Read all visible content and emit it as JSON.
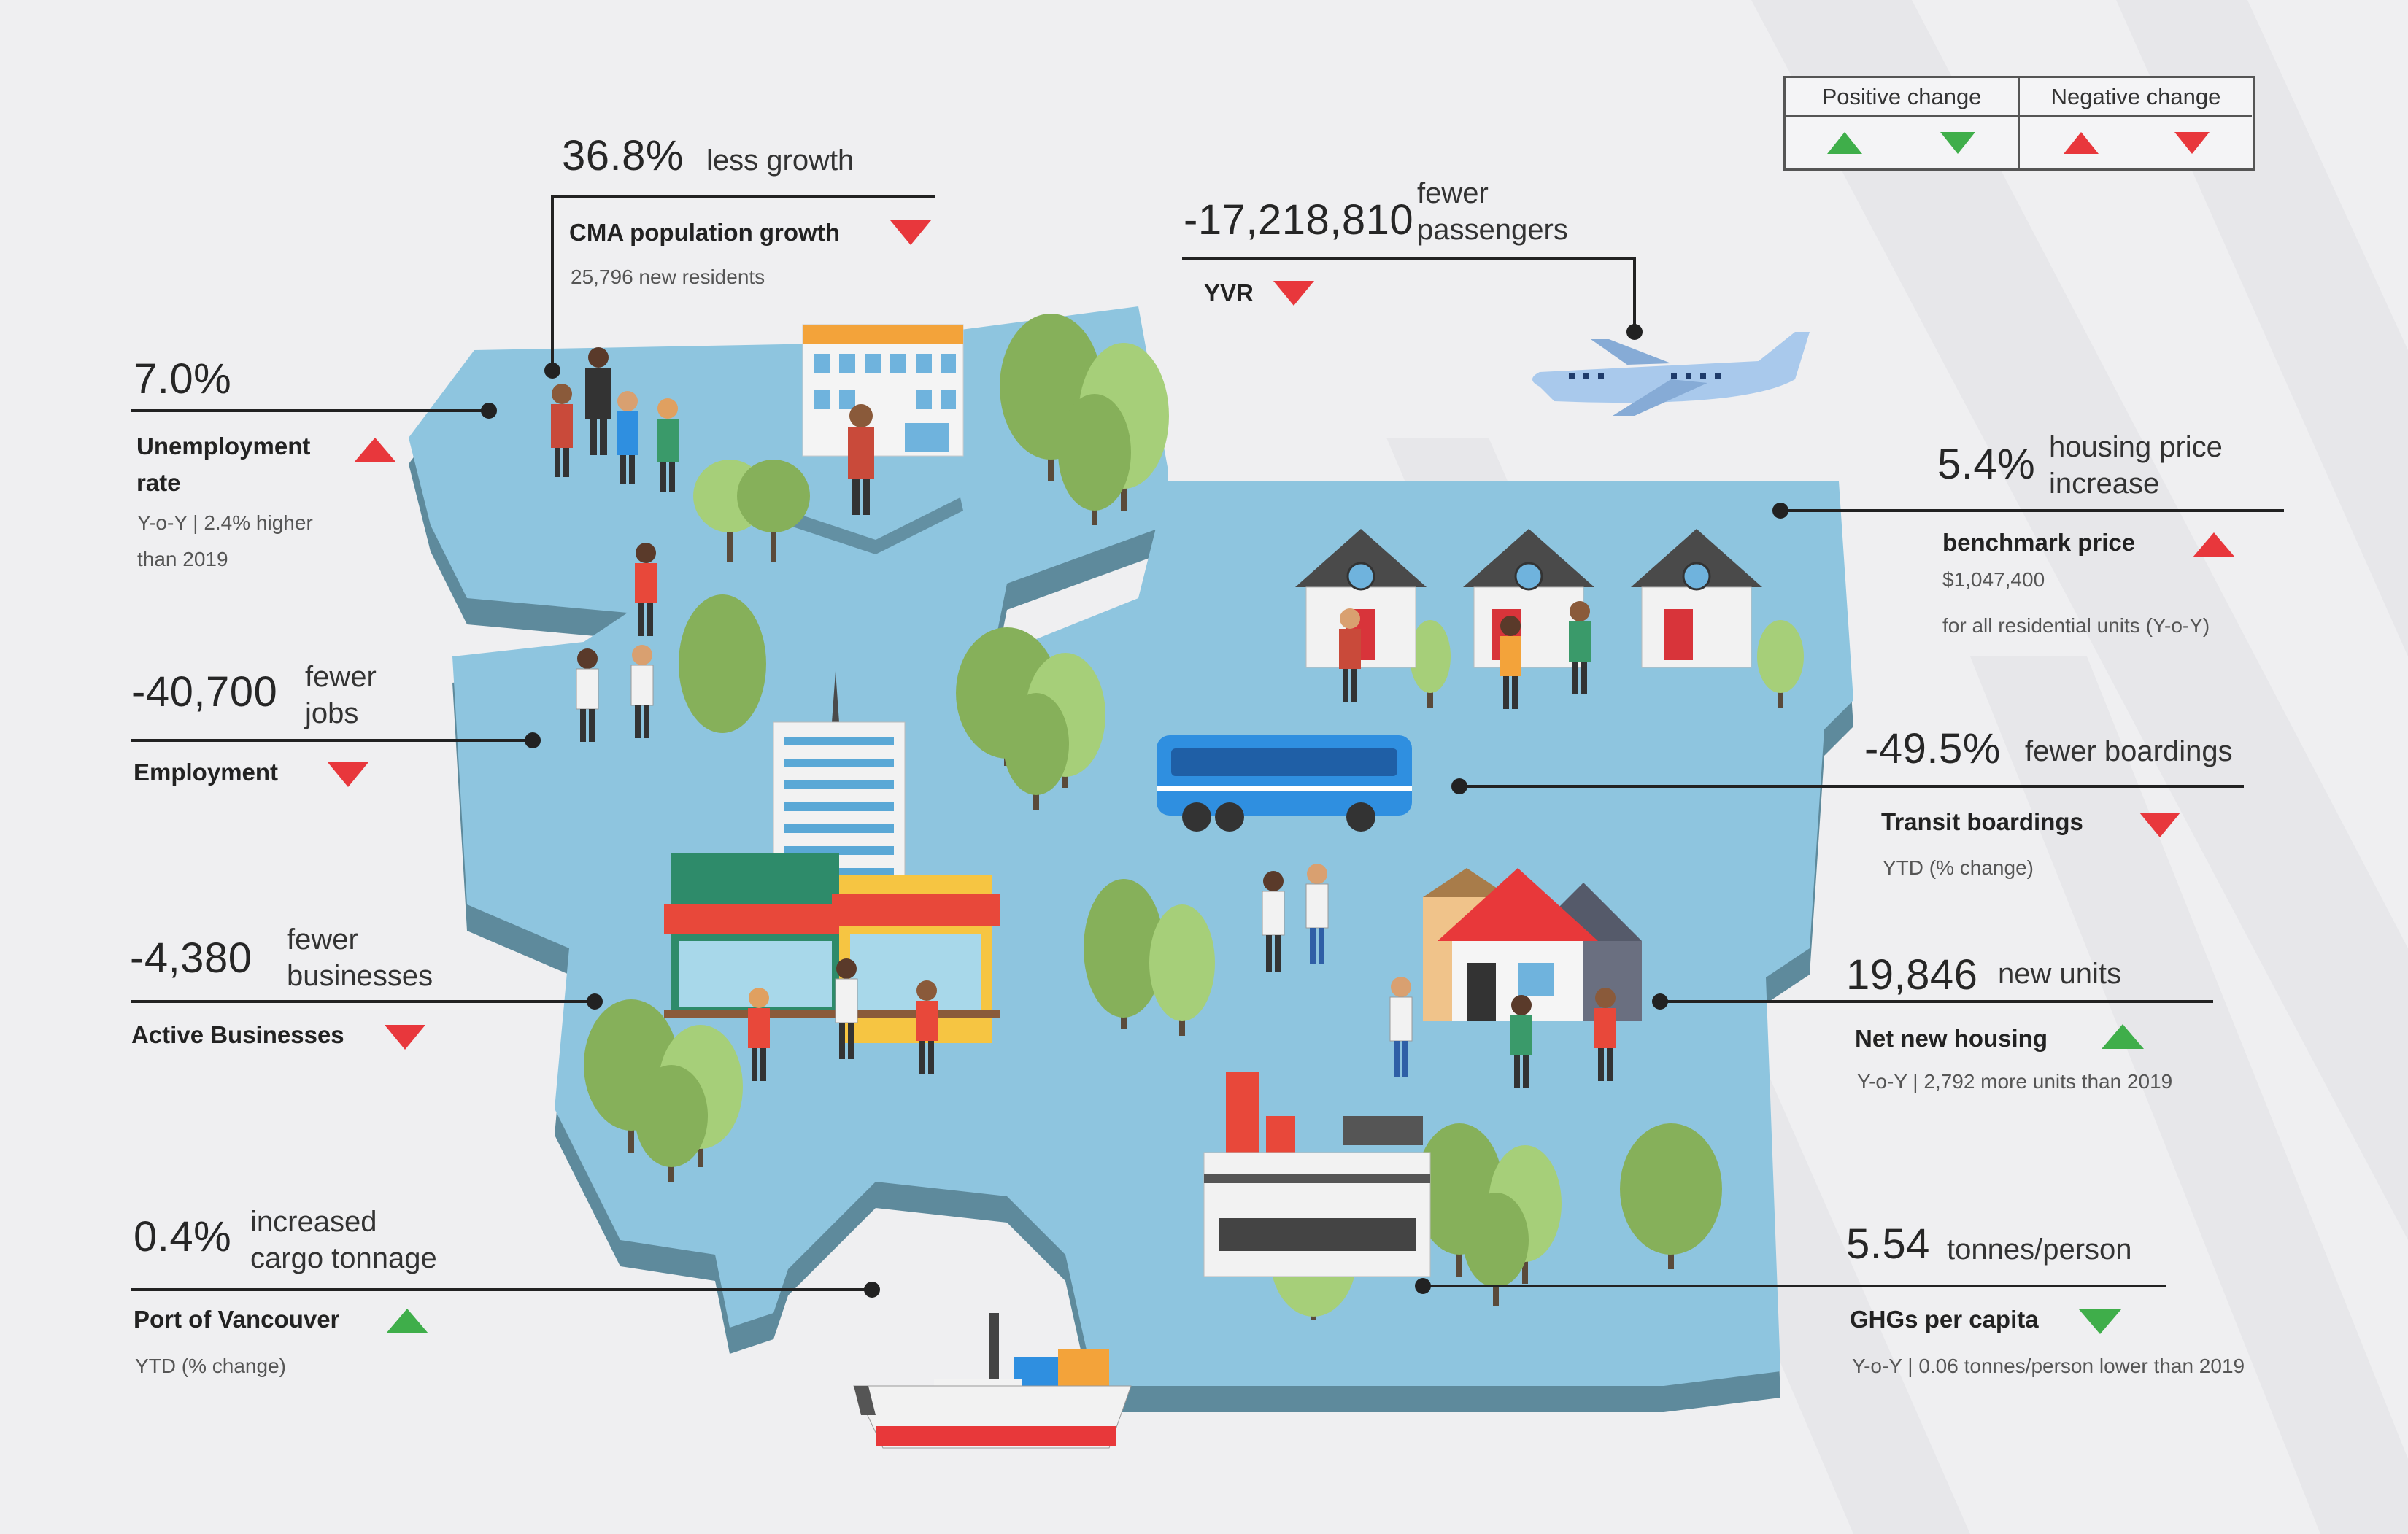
{
  "legend": {
    "positive_label": "Positive change",
    "negative_label": "Negative change",
    "colors": {
      "up_good": "#3fae4a",
      "down_bad": "#e8373c"
    }
  },
  "stats": {
    "population": {
      "value": "36.8%",
      "unit": "less growth",
      "label": "CMA population growth",
      "sub": "25,796 new residents",
      "indicator": "negative-down-arrow"
    },
    "yvr": {
      "value": "-17,218,810",
      "unit_line1": "fewer",
      "unit_line2": "passengers",
      "label": "YVR",
      "indicator": "negative-down-arrow"
    },
    "unemployment": {
      "value": "7.0%",
      "label_line1": "Unemployment",
      "label_line2": "rate",
      "sub_line1": "Y-o-Y | 2.4% higher",
      "sub_line2": "than 2019",
      "indicator": "negative-up-arrow"
    },
    "housing_price": {
      "value": "5.4%",
      "unit_line1": "housing price",
      "unit_line2": "increase",
      "label": "benchmark price",
      "sub_line1": "$1,047,400",
      "sub_line2": "for all residential units (Y-o-Y)",
      "indicator": "negative-up-arrow"
    },
    "employment": {
      "value": "-40,700",
      "unit_line1": "fewer",
      "unit_line2": "jobs",
      "label": "Employment",
      "indicator": "negative-down-arrow"
    },
    "transit": {
      "value": "-49.5%",
      "unit": "fewer boardings",
      "label": "Transit boardings",
      "sub": "YTD (% change)",
      "indicator": "negative-down-arrow"
    },
    "businesses": {
      "value": "-4,380",
      "unit_line1": "fewer",
      "unit_line2": "businesses",
      "label": "Active Businesses",
      "indicator": "negative-down-arrow"
    },
    "housing_units": {
      "value": "19,846",
      "unit": "new units",
      "label": "Net new housing",
      "sub": "Y-o-Y | 2,792 more units than 2019",
      "indicator": "positive-up-arrow"
    },
    "port": {
      "value": "0.4%",
      "unit_line1": "increased",
      "unit_line2": "cargo tonnage",
      "label": "Port of Vancouver",
      "sub": "YTD (% change)",
      "indicator": "positive-up-arrow"
    },
    "ghg": {
      "value": "5.54",
      "unit": "tonnes/person",
      "label": "GHGs per capita",
      "sub": "Y-o-Y | 0.06 tonnes/person lower than 2019",
      "indicator": "positive-down-arrow"
    }
  }
}
